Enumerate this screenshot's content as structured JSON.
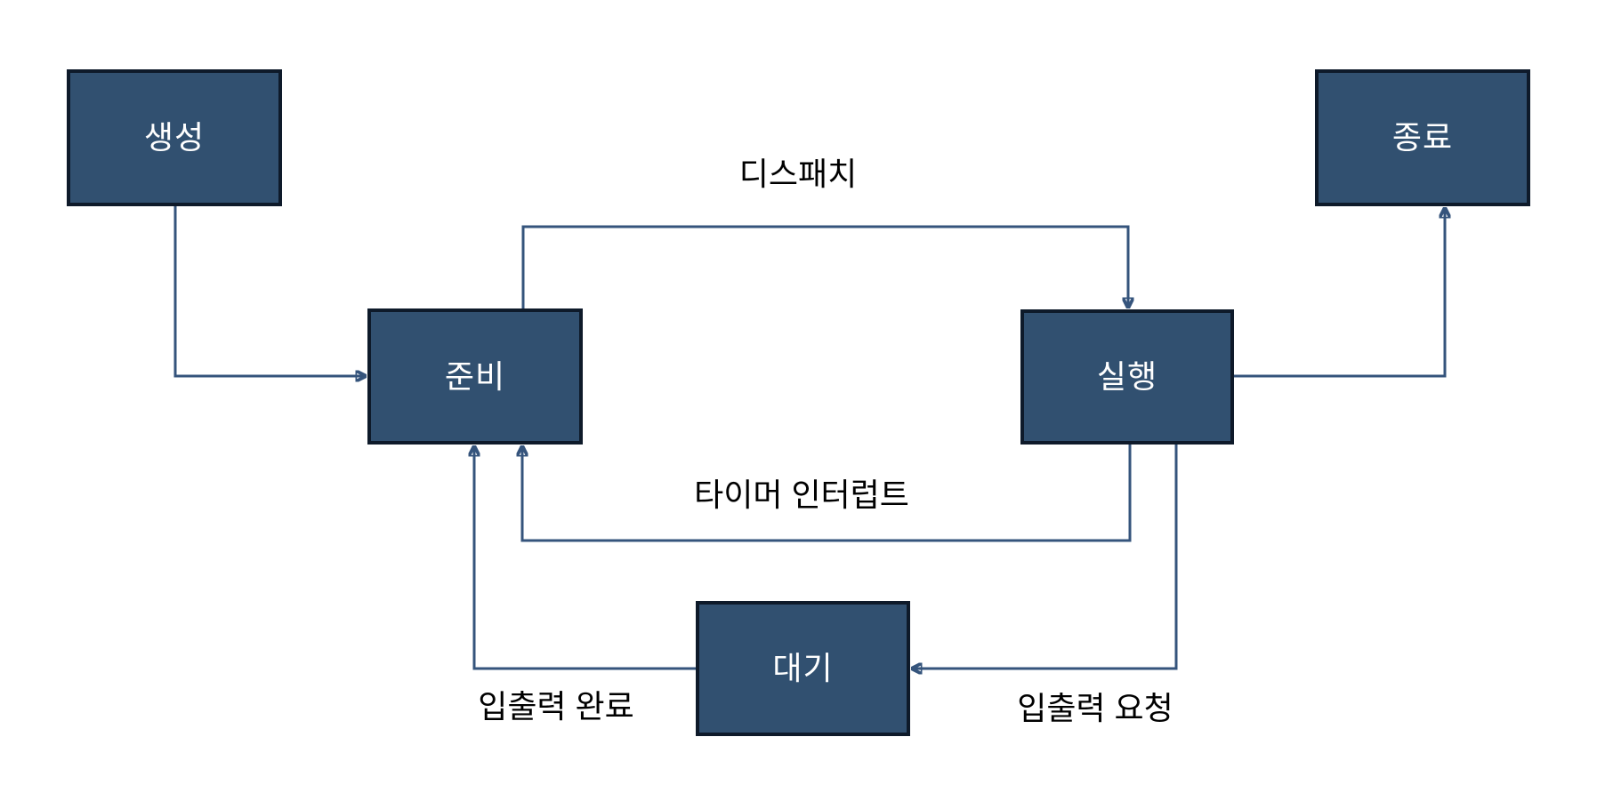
{
  "diagram": {
    "type": "state-diagram",
    "colors": {
      "background": "#ffffff",
      "node_fill": "#315070",
      "node_border": "#0e1a2a",
      "node_text": "#ffffff",
      "connector": "#35547c",
      "edge_label_text": "#000000"
    },
    "nodes": [
      {
        "id": "created",
        "label": "생성"
      },
      {
        "id": "ready",
        "label": "준비"
      },
      {
        "id": "running",
        "label": "실행"
      },
      {
        "id": "terminated",
        "label": "종료"
      },
      {
        "id": "waiting",
        "label": "대기"
      }
    ],
    "edges": [
      {
        "id": "created-to-ready",
        "from": "created",
        "to": "ready",
        "label": ""
      },
      {
        "id": "dispatch",
        "from": "ready",
        "to": "running",
        "label": "디스패치"
      },
      {
        "id": "running-to-terminated",
        "from": "running",
        "to": "terminated",
        "label": ""
      },
      {
        "id": "timer-interrupt",
        "from": "running",
        "to": "ready",
        "label": "타이머 인터럽트"
      },
      {
        "id": "io-request",
        "from": "running",
        "to": "waiting",
        "label": "입출력 요청"
      },
      {
        "id": "io-complete",
        "from": "waiting",
        "to": "ready",
        "label": "입출력 완료"
      }
    ]
  }
}
